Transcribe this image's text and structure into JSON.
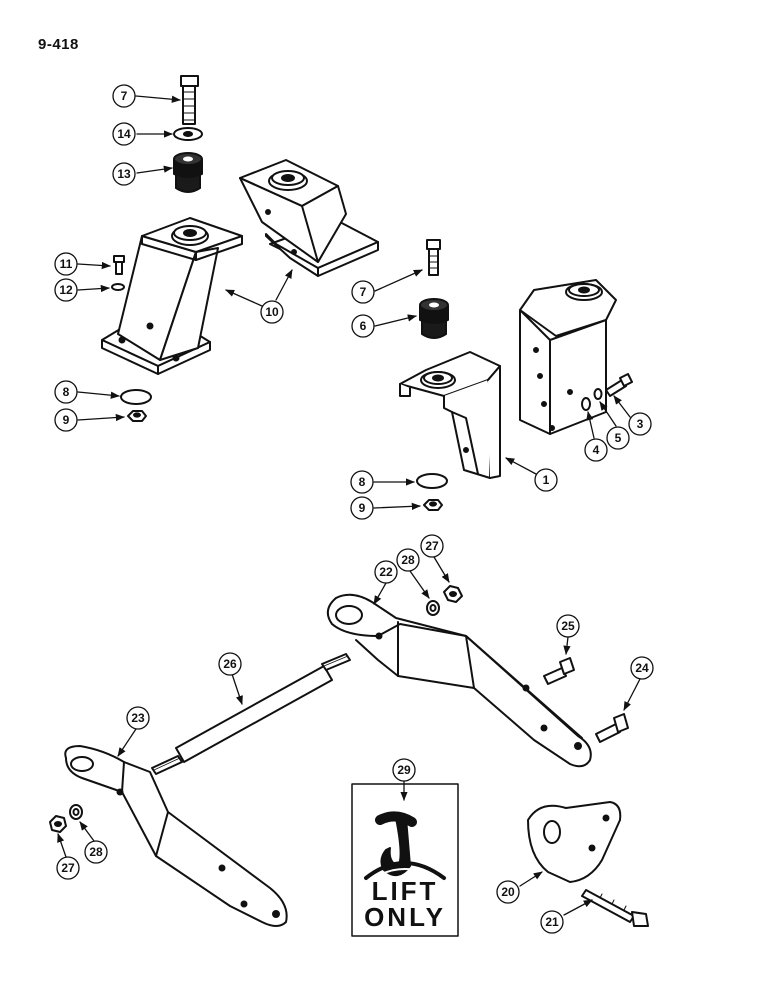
{
  "page_number": "9-418",
  "callouts": {
    "c1": "1",
    "c3": "3",
    "c4": "4",
    "c5": "5",
    "c6": "6",
    "c7a": "7",
    "c7b": "7",
    "c8a": "8",
    "c8b": "8",
    "c9a": "9",
    "c9b": "9",
    "c10": "10",
    "c11": "11",
    "c12": "12",
    "c13": "13",
    "c14": "14",
    "c20": "20",
    "c21": "21",
    "c22": "22",
    "c23": "23",
    "c24": "24",
    "c25": "25",
    "c26": "26",
    "c27a": "27",
    "c27b": "27",
    "c28a": "28",
    "c28b": "28",
    "c29": "29"
  },
  "decal": {
    "line1": "LIFT",
    "line2": "ONLY"
  }
}
